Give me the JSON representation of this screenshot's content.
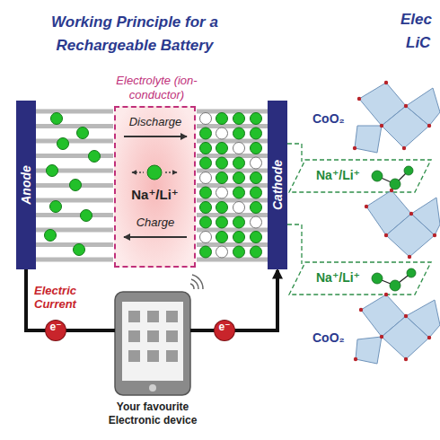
{
  "diagram": {
    "title": "Working Principle for a Rechargeable Battery",
    "nodes": [
      {
        "text": [
          "Anode"
        ]
      },
      {
        "text": [
          "Electrolyte (ion-conductor)",
          "Na⁺/Li⁺"
        ]
      },
      {
        "text": [
          "Cathode"
        ]
      },
      {
        "text": [
          "Your favourite Electronic device"
        ]
      }
    ],
    "edges": [
      {
        "from": 0,
        "to": 3,
        "arrow": "none",
        "label": "Electric Current"
      },
      {
        "from": 3,
        "to": 2,
        "arrow": "to"
      }
    ],
    "labels": [
      "Elec",
      "LiC",
      "Discharge",
      "Charge",
      "CoO₂",
      "Na⁺/Li⁺",
      "Na⁺/Li⁺",
      "CoO₂",
      "e⁻",
      "e⁻"
    ]
  }
}
